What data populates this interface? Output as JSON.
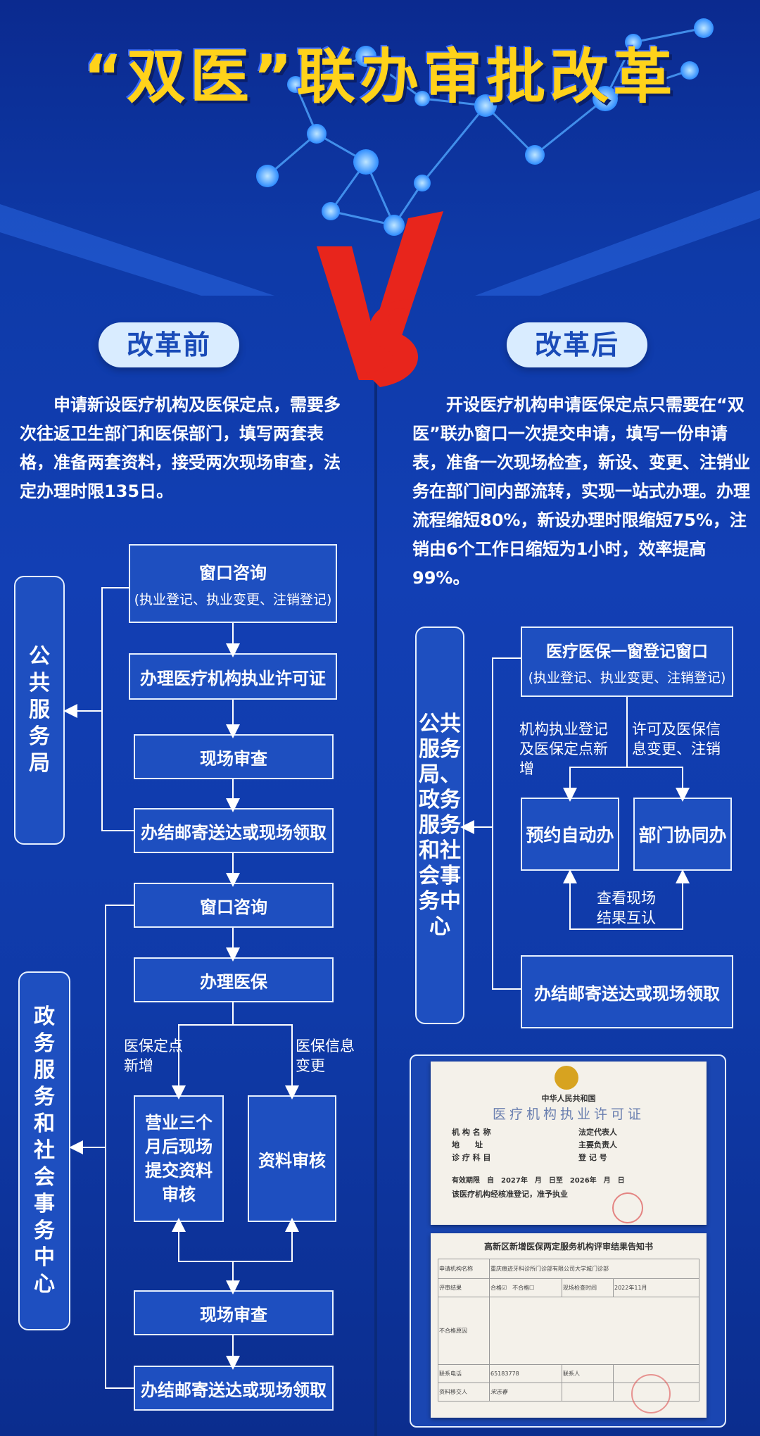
{
  "title": "“双医”联办审批改革",
  "vs_label": "VS",
  "before": {
    "label": "改革前",
    "description": "申请新设医疗机构及医保定点，需要多次往返卫生部门和医保部门，填写两套表格，准备两套资料，接受两次现场审查，法定办理时限135日。",
    "agency_1": "公共服务局",
    "agency_2": "政务服务和社会事务中心",
    "flow1": {
      "step1": "窗口咨询",
      "step1_sub": "(执业登记、执业变更、注销登记)",
      "step2": "办理医疗机构执业许可证",
      "step3": "现场审查",
      "step4": "办结邮寄送达或现场领取"
    },
    "flow2": {
      "step1": "窗口咨询",
      "step2": "办理医保",
      "branch_left": "医保定点新增",
      "branch_right": "医保信息变更",
      "left_box": "营业三个月后现场提交资料审核",
      "right_box": "资料审核",
      "step3": "现场审查",
      "step4": "办结邮寄送达或现场领取"
    }
  },
  "after": {
    "label": "改革后",
    "description": "开设医疗机构申请医保定点只需要在“双医”联办窗口一次提交申请，填写一份申请表，准备一次现场检查，新设、变更、注销业务在部门间内部流转，实现一站式办理。办理流程缩短80%，新设办理时限缩短75%，注销由6个工作日缩短为1小时，效率提高99%。",
    "agency": "公共服务局、政务服务和社会事务中心",
    "flow": {
      "step1": "医疗医保一窗登记窗口",
      "step1_sub": "(执业登记、执业变更、注销登记)",
      "branch_left": "机构执业登记及医保定点新增",
      "branch_right": "许可及医保信息变更、注销",
      "left_box": "预约自动办",
      "right_box": "部门协同办",
      "mutual": "查看现场结果互认",
      "step4": "办结邮寄送达或现场领取"
    },
    "certificate": {
      "header": "中华人民共和国",
      "title": "医疗机构执业许可证",
      "rows": [
        "机 构 名 称",
        "地　　址",
        "诊 疗 科 目"
      ],
      "right_rows": [
        "法定代表人",
        "主要负责人",
        "登 记 号"
      ],
      "validity": "有效期限　自　2027年　月　日至　2026年　月　日",
      "approval": "该医疗机构经核准登记，准予执业"
    },
    "notice": {
      "title": "高新区新增医保两定服务机构评审结果告知书",
      "col1": [
        "申请机构名称",
        "评审结果",
        "不合格原因",
        "联系电话",
        "资料移交人"
      ],
      "col2": [
        "重庆痕迹牙科诊所门诊部有限公司大学城门诊部",
        "合格☑　不合格☐",
        "",
        "65183778",
        "宋志春"
      ],
      "col3": [
        "",
        "现场检查时间",
        "",
        "联系人",
        ""
      ],
      "col4": [
        "",
        "2022年11月",
        "",
        "",
        ""
      ]
    }
  }
}
